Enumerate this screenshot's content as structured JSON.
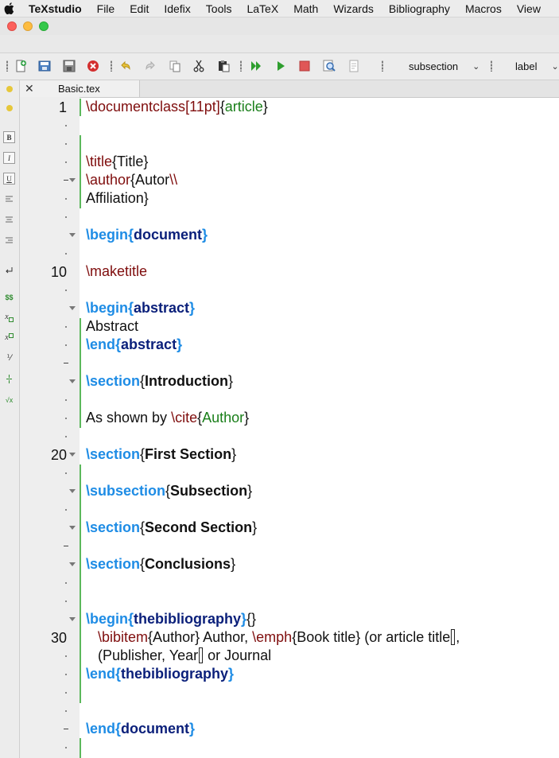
{
  "menubar": {
    "app_name": "TeXstudio",
    "items": [
      "File",
      "Edit",
      "Idefix",
      "Tools",
      "LaTeX",
      "Math",
      "Wizards",
      "Bibliography",
      "Macros",
      "View"
    ]
  },
  "toolbar": {
    "icons": [
      "new-file-icon",
      "open-file-icon",
      "save-icon",
      "close-file-icon",
      "undo-icon",
      "redo-icon",
      "copy-icon",
      "cut-icon",
      "paste-icon",
      "build-view-icon",
      "compile-icon",
      "stop-icon",
      "view-pdf-icon",
      "log-icon"
    ],
    "combo_section": "subsection",
    "combo_label": "label"
  },
  "leftbar": {
    "icons": [
      "bookmark-icon",
      "bookmark2-icon",
      "bold-icon",
      "italic-icon",
      "underline-icon",
      "align-left-icon",
      "align-center-icon",
      "align-right-icon",
      "newline-icon",
      "math-mode-icon",
      "subscript-icon",
      "superscript-icon",
      "fraction-icon",
      "dfrac-icon",
      "sqrt-icon"
    ],
    "labels": {
      "bold": "B",
      "italic": "I",
      "underline": "U",
      "math": "$$",
      "sub": "x",
      "sup": "x",
      "frac": "⅟",
      "sqrt": "√x"
    }
  },
  "tab": {
    "close": "✕",
    "name": "Basic.tex"
  },
  "gutter": {
    "line_numbers": [
      "1",
      "10",
      "20",
      "30"
    ]
  },
  "code": {
    "l1": {
      "cmd": "\\documentclass",
      "opt": "[11pt]",
      "open": "{",
      "arg": "article",
      "close": "}"
    },
    "l4": {
      "cmd": "\\title",
      "arg": "{Title}"
    },
    "l5": {
      "cmd": "\\author",
      "arg": "{Autor",
      "sep": "\\\\"
    },
    "l6": {
      "text": "Affiliation}"
    },
    "l8": {
      "cmd": "\\begin",
      "open": "{",
      "env": "document",
      "close": "}"
    },
    "l10": {
      "cmd": "\\maketitle"
    },
    "l12": {
      "cmd": "\\begin",
      "open": "{",
      "env": "abstract",
      "close": "}"
    },
    "l13": {
      "text": "Abstract"
    },
    "l14": {
      "cmd": "\\end",
      "open": "{",
      "env": "abstract",
      "close": "}"
    },
    "l16": {
      "cmd": "\\section",
      "open": "{",
      "arg": "Introduction",
      "close": "}"
    },
    "l18": {
      "text": "As shown by ",
      "cmd": "\\cite",
      "open": "{",
      "arg": "Author",
      "close": "}"
    },
    "l20": {
      "cmd": "\\section",
      "open": "{",
      "arg": "First Section",
      "close": "}"
    },
    "l22": {
      "cmd": "\\subsection",
      "open": "{",
      "arg": "Subsection",
      "close": "}"
    },
    "l24": {
      "cmd": "\\section",
      "open": "{",
      "arg": "Second Section",
      "close": "}"
    },
    "l26": {
      "cmd": "\\section",
      "open": "{",
      "arg": "Conclusions",
      "close": "}"
    },
    "l29": {
      "cmd": "\\begin",
      "open": "{",
      "env": "thebibliography",
      "close": "}",
      "extra": "{}"
    },
    "l30": {
      "indent": "   ",
      "cmd": "\\bibitem",
      "arg": "{Author} Author, ",
      "cmd2": "\\emph",
      "arg2": "{Book title} (or article title",
      "tail": ",",
      "cont": "   (Publisher, Year",
      "cont_tail": " or Journal"
    },
    "l31": {
      "cmd": "\\end",
      "open": "{",
      "env": "thebibliography",
      "close": "}"
    },
    "l34": {
      "cmd": "\\end",
      "open": "{",
      "env": "document",
      "close": "}"
    }
  },
  "colors": {
    "command": "#7f0d0d",
    "keyword": "#1e8ce5",
    "environment": "#0a1f7a",
    "argument": "#1a7f1a",
    "change_bar": "#5cb85c"
  }
}
